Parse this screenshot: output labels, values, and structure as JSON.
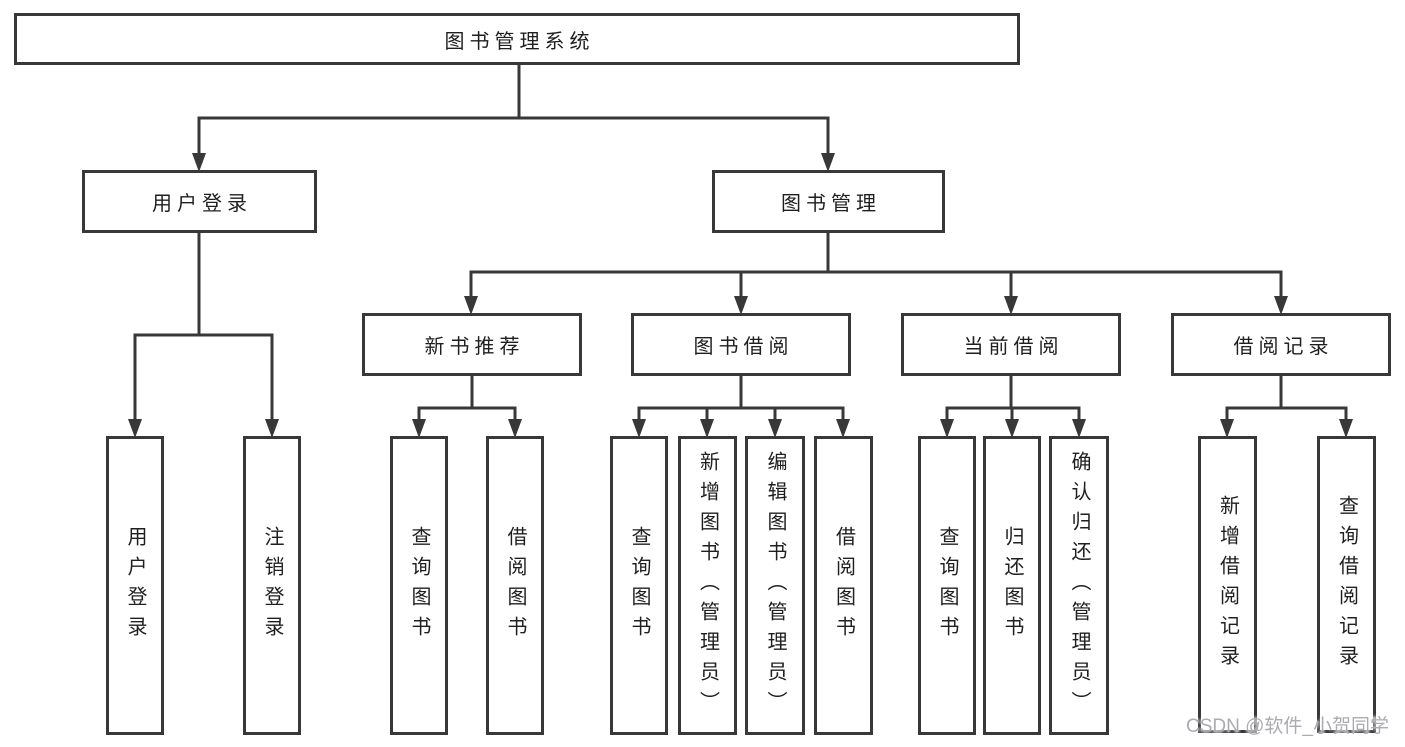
{
  "colors": {
    "line": "#383838",
    "box_background": "#ffffff",
    "text": "#1f1f1f",
    "watermark_text": "#ababb2"
  },
  "watermark": "CSDN @软件_小贺同学",
  "tree": {
    "root": {
      "label": "图书管理系统"
    },
    "level2": [
      {
        "label": "用户登录",
        "children": [
          {
            "label": "用户登录"
          },
          {
            "label": "注销登录"
          }
        ]
      },
      {
        "label": "图书管理",
        "children": [
          {
            "label": "新书推荐",
            "children": [
              {
                "label": "查询图书"
              },
              {
                "label": "借阅图书"
              }
            ]
          },
          {
            "label": "图书借阅",
            "children": [
              {
                "label": "查询图书"
              },
              {
                "label": "新增图书（管理员）"
              },
              {
                "label": "编辑图书（管理员）"
              },
              {
                "label": "借阅图书"
              }
            ]
          },
          {
            "label": "当前借阅",
            "children": [
              {
                "label": "查询图书"
              },
              {
                "label": "归还图书"
              },
              {
                "label": "确认归还（管理员）"
              }
            ]
          },
          {
            "label": "借阅记录",
            "children": [
              {
                "label": "新增借阅记录"
              },
              {
                "label": "查询借阅记录"
              }
            ]
          }
        ]
      }
    ]
  }
}
